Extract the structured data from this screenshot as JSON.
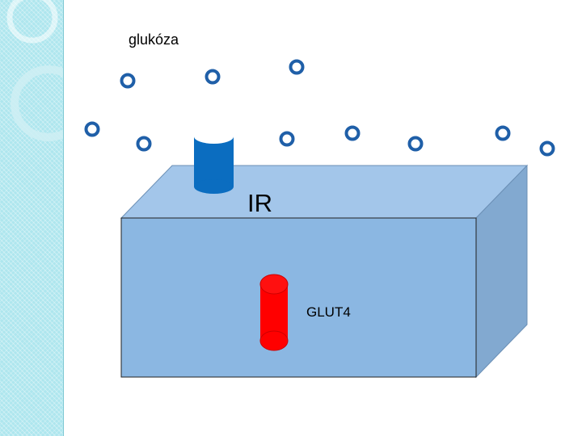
{
  "labels": {
    "glucose": "glukóza",
    "receptor": "IR",
    "transporter": "GLUT4"
  },
  "colors": {
    "panel_background": "#aee6ee",
    "cell_front": "#8bb7e2",
    "cell_top": "#a3c6ea",
    "cell_side": "#82a9d0",
    "receptor": "#0b6dc0",
    "transporter": "#ff0000",
    "glucose_ring": "#1f5fa8",
    "glucose_fill": "#ffffff"
  }
}
